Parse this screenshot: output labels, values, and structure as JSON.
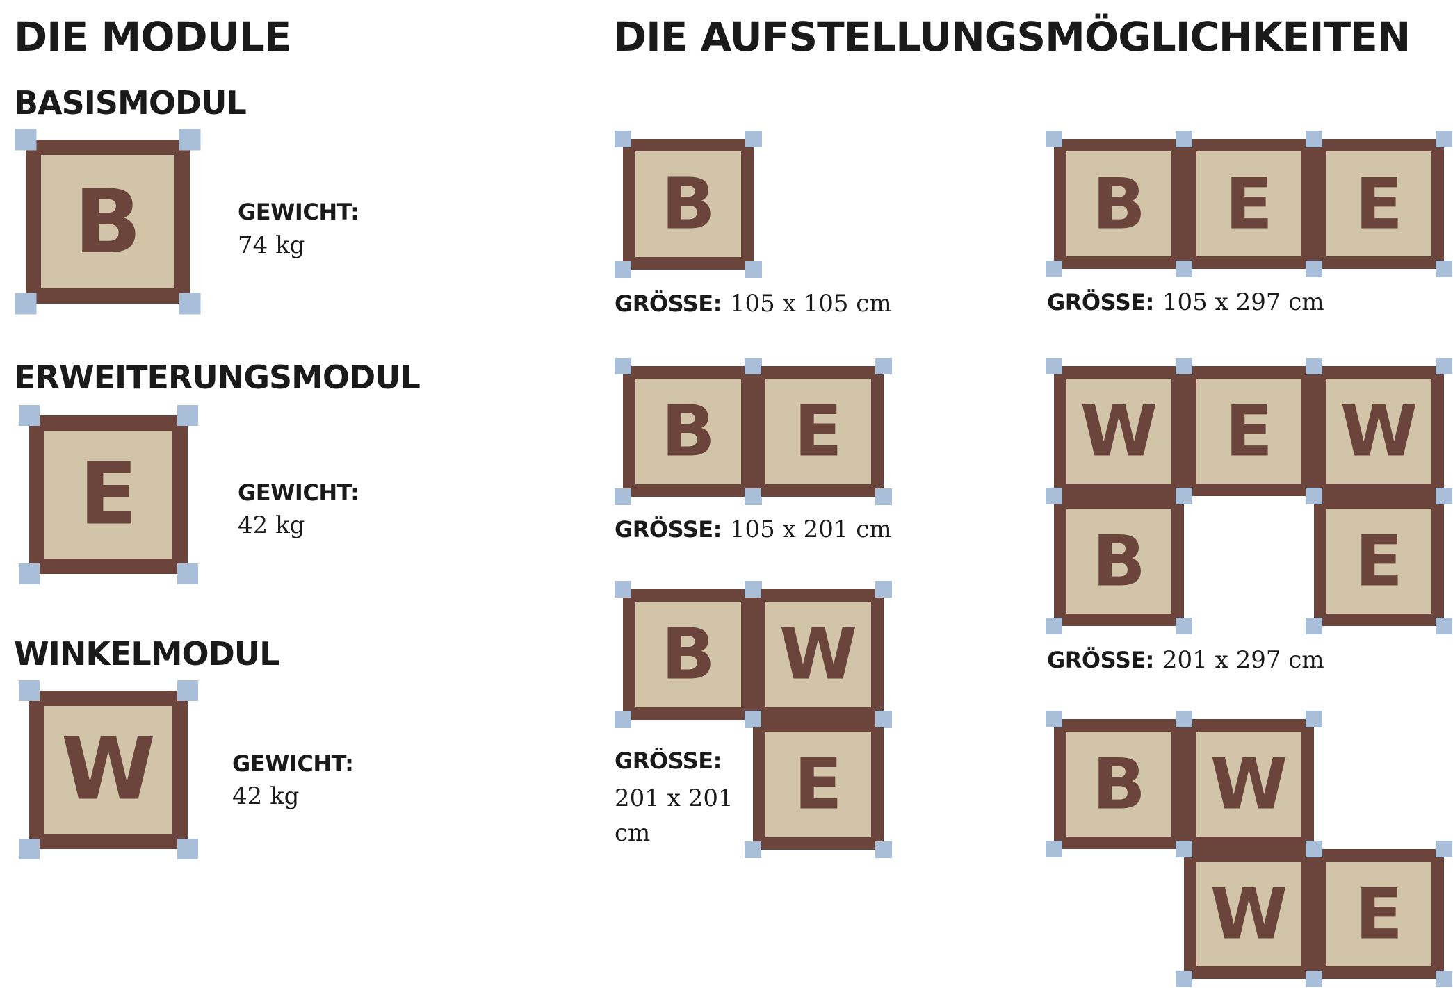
{
  "left": {
    "title": "DIE MODULE",
    "modules": [
      {
        "name": "BASISMODUL",
        "letter": "B",
        "weight_label": "GEWICHT:",
        "weight": "74 kg"
      },
      {
        "name": "ERWEITERUNGSMODUL",
        "letter": "E",
        "weight_label": "GEWICHT:",
        "weight": "42 kg"
      },
      {
        "name": "WINKELMODUL",
        "letter": "W",
        "weight_label": "GEWICHT:",
        "weight": "42 kg"
      }
    ]
  },
  "right": {
    "title": "DIE AUFSTELLUNGSMÖGLICHKEITEN",
    "configurations": [
      {
        "tiles": [
          "B"
        ],
        "size_label": "GRÖSSE:",
        "size": "105 x 105 cm"
      },
      {
        "tiles": [
          "B",
          "E",
          "E"
        ],
        "size_label": "GRÖSSE:",
        "size": "105 x 297 cm"
      },
      {
        "tiles": [
          "B",
          "E"
        ],
        "size_label": "GRÖSSE:",
        "size": "105 x 201 cm"
      },
      {
        "tiles": [
          "W",
          "E",
          "W",
          "B",
          "E"
        ],
        "size_label": "GRÖSSE:",
        "size": "201 x 297 cm"
      },
      {
        "tiles": [
          "B",
          "W",
          "E"
        ],
        "size_label": "GRÖSSE:",
        "size": "201 x 201 cm"
      },
      {
        "tiles": [
          "B",
          "W",
          "W",
          "E"
        ]
      }
    ]
  },
  "colors": {
    "frame": "#6b443b",
    "fill": "#d1c4a8",
    "corner": "#a9bfd9",
    "letter": "#6b443b",
    "text": "#1a1a1a",
    "background": "#ffffff"
  }
}
